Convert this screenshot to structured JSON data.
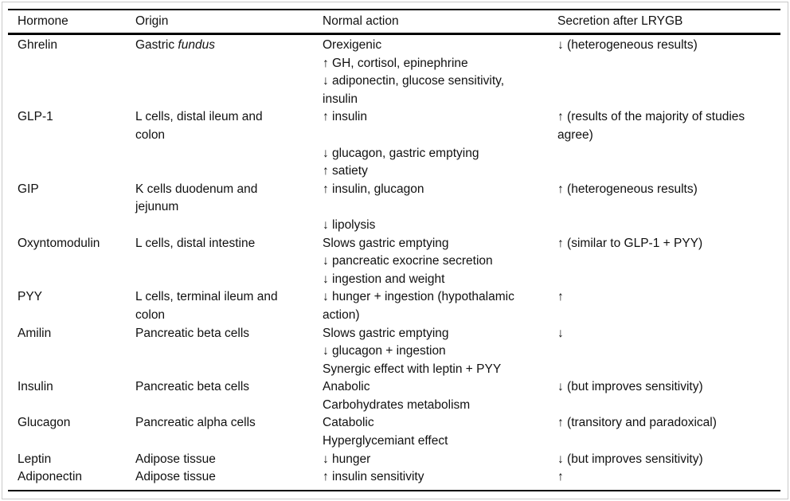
{
  "page": {
    "background": "#ffffff",
    "frame_border_color": "#c9c9c9",
    "rule_color": "#000000",
    "text_color": "#111111"
  },
  "table": {
    "columns": [
      "Hormone",
      "Origin",
      "Normal action",
      "Secretion after LRYGB"
    ],
    "column_keys": [
      "hormone",
      "origin",
      "normal_action",
      "secretion_after_lrygb"
    ],
    "rows": [
      {
        "hormone": [
          "Ghrelin"
        ],
        "origin": [
          "Gastric *fundus*"
        ],
        "normal_action": [
          "Orexigenic",
          "↑ GH, cortisol, epinephrine",
          "↓ adiponectin, glucose sensitivity,",
          "insulin"
        ],
        "secretion_after_lrygb": [
          "↓ (heterogeneous results)"
        ]
      },
      {
        "hormone": [
          "GLP-1"
        ],
        "origin": [
          "L cells, distal ileum and",
          "colon"
        ],
        "normal_action": [
          "↑ insulin",
          "",
          "↓ glucagon, gastric emptying",
          "↑ satiety"
        ],
        "secretion_after_lrygb": [
          "↑ (results of the majority of studies",
          "agree)"
        ]
      },
      {
        "hormone": [
          "GIP"
        ],
        "origin": [
          "K cells duodenum and",
          "jejunum"
        ],
        "normal_action": [
          "↑ insulin, glucagon",
          "",
          "↓ lipolysis"
        ],
        "secretion_after_lrygb": [
          "↑ (heterogeneous results)"
        ]
      },
      {
        "hormone": [
          "Oxyntomodulin"
        ],
        "origin": [
          "L cells, distal intestine"
        ],
        "normal_action": [
          "Slows gastric emptying",
          "↓ pancreatic exocrine secretion",
          "↓ ingestion and weight"
        ],
        "secretion_after_lrygb": [
          "↑ (similar to GLP-1 + PYY)"
        ]
      },
      {
        "hormone": [
          "PYY"
        ],
        "origin": [
          "L cells, terminal ileum and",
          "colon"
        ],
        "normal_action": [
          "↓ hunger + ingestion (hypothalamic",
          "action)"
        ],
        "secretion_after_lrygb": [
          "↑"
        ]
      },
      {
        "hormone": [
          "Amilin"
        ],
        "origin": [
          "Pancreatic beta cells"
        ],
        "normal_action": [
          "Slows gastric emptying",
          "↓ glucagon + ingestion",
          "Synergic effect with leptin + PYY"
        ],
        "secretion_after_lrygb": [
          "↓"
        ]
      },
      {
        "hormone": [
          "Insulin"
        ],
        "origin": [
          "Pancreatic beta cells"
        ],
        "normal_action": [
          "Anabolic",
          "Carbohydrates metabolism"
        ],
        "secretion_after_lrygb": [
          "↓ (but improves sensitivity)"
        ]
      },
      {
        "hormone": [
          "Glucagon"
        ],
        "origin": [
          "Pancreatic alpha cells"
        ],
        "normal_action": [
          "Catabolic",
          "Hyperglycemiant effect"
        ],
        "secretion_after_lrygb": [
          "↑ (transitory and paradoxical)"
        ]
      },
      {
        "hormone": [
          "Leptin"
        ],
        "origin": [
          "Adipose tissue"
        ],
        "normal_action": [
          "↓ hunger"
        ],
        "secretion_after_lrygb": [
          "↓ (but improves sensitivity)"
        ]
      },
      {
        "hormone": [
          "Adiponectin"
        ],
        "origin": [
          "Adipose tissue"
        ],
        "normal_action": [
          "↑ insulin sensitivity"
        ],
        "secretion_after_lrygb": [
          "↑"
        ]
      }
    ]
  }
}
